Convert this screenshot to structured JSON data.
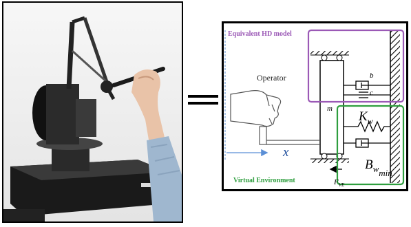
{
  "diagram": {
    "hd_model_label": "Equivalent HD model",
    "ve_label": "Virtual Environment",
    "operator_label": "Operator",
    "mass_label": "m",
    "damper_b_label": "b",
    "damper_c_label": "c",
    "k_symbol": "K",
    "k_sub": "w",
    "b_symbol": "B",
    "b_sub": "w",
    "b_subsub": "min",
    "force_symbol": "F",
    "force_sub": "VE",
    "position_label": "x"
  },
  "colors": {
    "hd_box": "#9b59b6",
    "ve_box": "#2e9e3e",
    "arrow": "#5b8fd6"
  },
  "icons": [
    "haptic-device-photo",
    "wall-hatch",
    "spring",
    "damper",
    "hand"
  ]
}
